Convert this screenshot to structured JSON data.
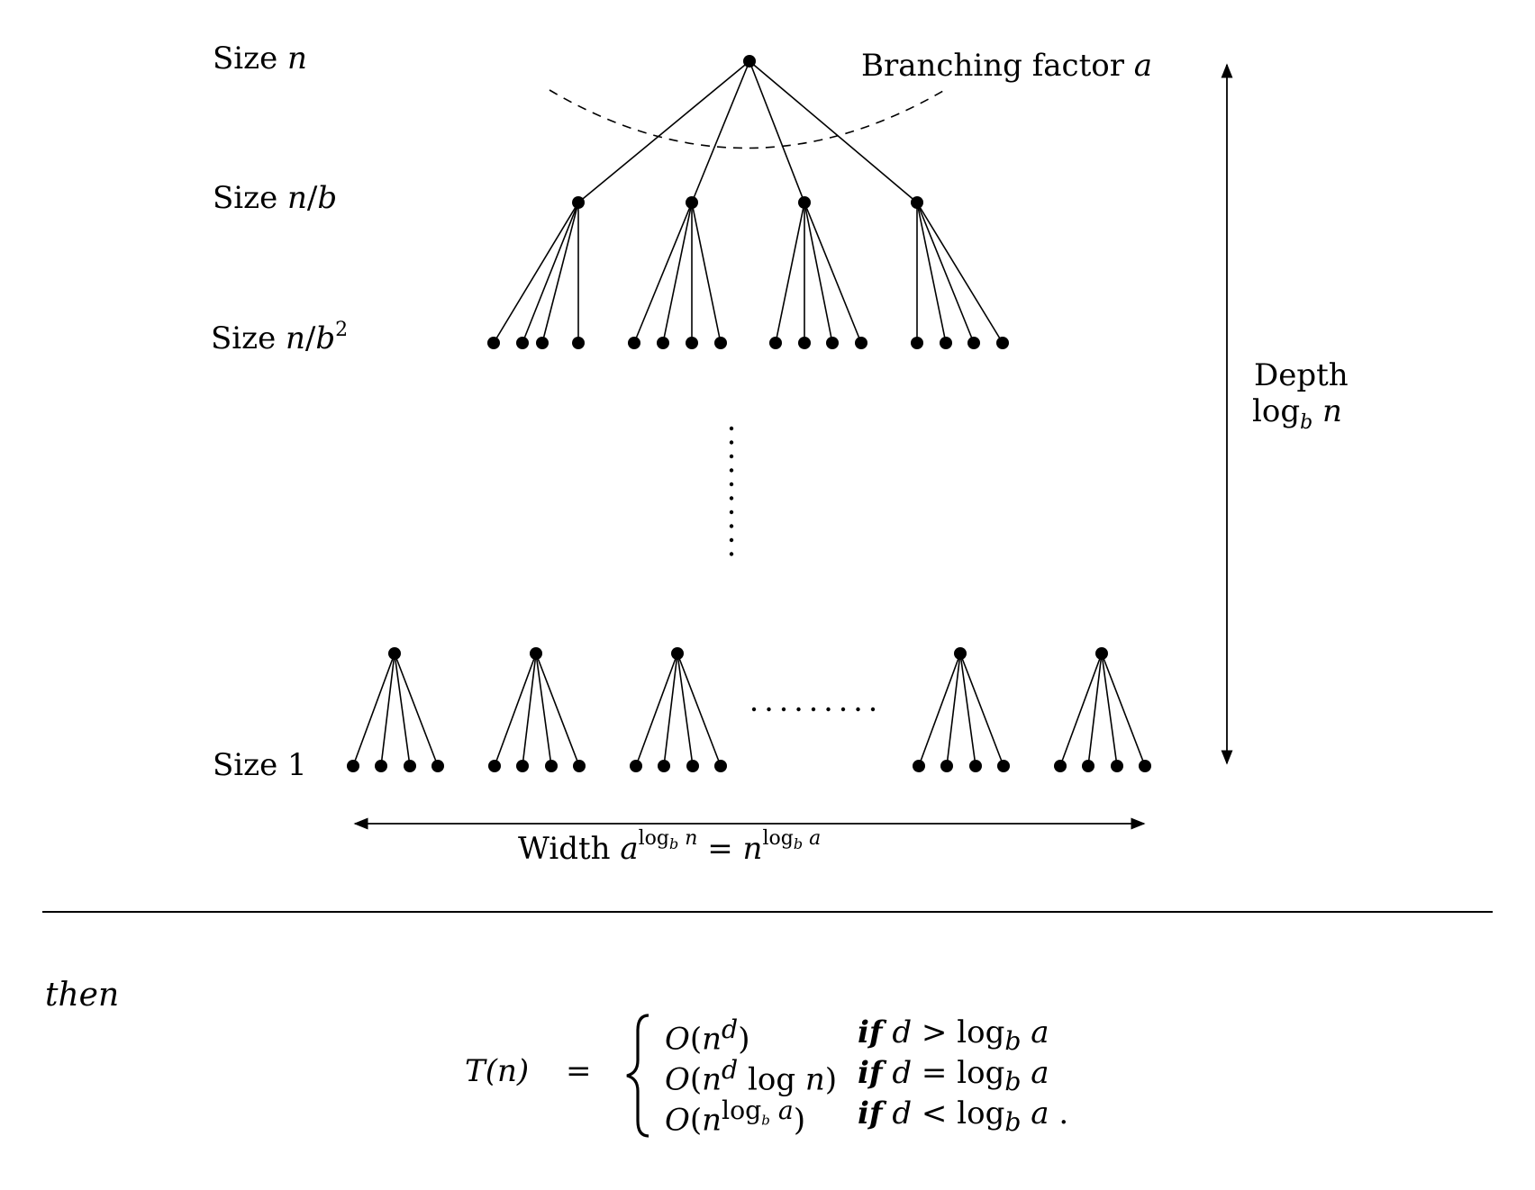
{
  "diagram": {
    "level_labels": {
      "size_n": "Size n",
      "size_n_over_b": "Size n/b",
      "size_n_over_b2": "Size n/b²",
      "size_1": "Size 1"
    },
    "branching_label": "Branching factor a",
    "depth_label_line1": "Depth",
    "depth_label_line2": "log_b n",
    "width_label": "Width a^(log_b n) = n^(log_b a)",
    "vertical_ellipsis": "⋮",
    "horizontal_ellipsis": "·········"
  },
  "theorem": {
    "lead_word": "then",
    "lhs": "T(n)",
    "equals": "=",
    "cases": [
      {
        "value": "O(n^d)",
        "condition": "if d > log_b a"
      },
      {
        "value": "O(n^d log n)",
        "condition": "if d = log_b a"
      },
      {
        "value": "O(n^(log_b a))",
        "condition": "if d < log_b a ."
      }
    ]
  }
}
